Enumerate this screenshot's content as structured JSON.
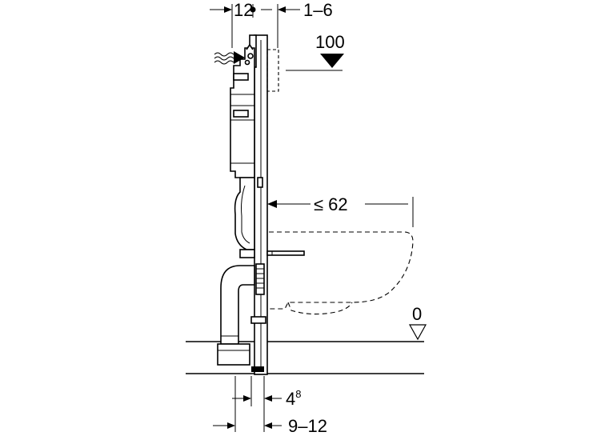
{
  "dimensions": {
    "top_left": "12",
    "top_right": "1–6",
    "height_mark": "100",
    "projection": "≤ 62",
    "floor_mark": "0",
    "bottom_upper_base": "4",
    "bottom_upper_sup": "8",
    "bottom_lower": "9–12"
  }
}
